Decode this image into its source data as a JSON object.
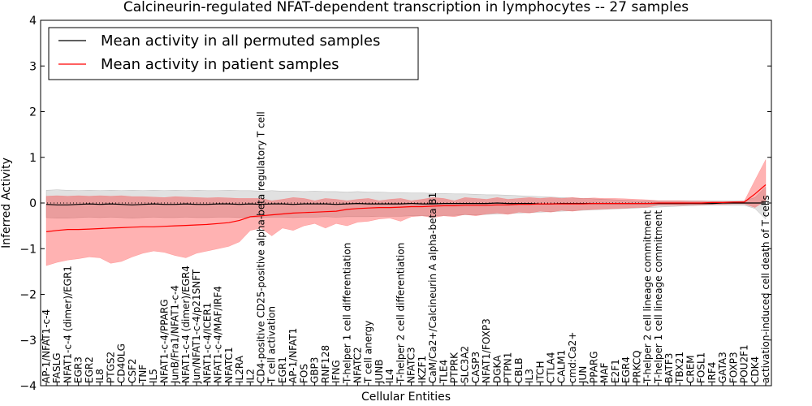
{
  "chart_data": {
    "type": "line",
    "title": "Calcineurin-regulated NFAT-dependent transcription in lymphocytes -- 27 samples",
    "xlabel": "Cellular Entities",
    "ylabel": "Inferred Activity",
    "ylim": [
      -4,
      4
    ],
    "yticks": [
      -4,
      -3,
      -2,
      -1,
      0,
      1,
      2,
      3,
      4
    ],
    "legend_position": "top-left",
    "categories": [
      "AP-1/NFAT1-c-4",
      "FASLG",
      "NFAT1-c-4 (dimer)/EGR1",
      "EGR3",
      "EGR2",
      "IL8",
      "PTGS2",
      "CD40LG",
      "CSF2",
      "TNF",
      "IL5",
      "NFAT1-c-4/PPARG",
      "JunB/Fra1/NFAT1-c-4",
      "NFAT1-c-4 (dimer)/EGR4",
      "Jun/NFAT1-c-4/p21SNFT",
      "NFAT1-c-4/ICER1",
      "NFAT1-c-4/MAF/IRF4",
      "NFATC1",
      "IL2RA",
      "IL2",
      "CD4-positive CD25-positive alpha-beta regulatory T cell",
      "T cell activation",
      "EGR1",
      "AP-1/NFAT1",
      "FOS",
      "GBP3",
      "RNF128",
      "IFNG",
      "T-helper 1 cell differentiation",
      "NFATC2",
      "T cell anergy",
      "JUNB",
      "IL4",
      "T-helper 2 cell differentiation",
      "NFATC3",
      "IKZF1",
      "CaM/Ca2+/Calcineurin A alpha-beta B1",
      "TLE4",
      "PTPRK",
      "SLC3A2",
      "CASP3",
      "NFAT1/FOXP3",
      "DGKA",
      "PTPN1",
      "CBLB",
      "IL3",
      "ITCH",
      "CTLA4",
      "CALM1",
      "cmd:Ca2+",
      "JUN",
      "PPARG",
      "MAF",
      "E2F1",
      "EGR4",
      "PRKCQ",
      "T-helper 2 cell lineage commitment",
      "T-helper 1 cell lineage commitment",
      "BATF3",
      "TBX21",
      "CREM",
      "FOSL1",
      "IRF4",
      "GATA3",
      "FOXP3",
      "POU2F1",
      "CDK4",
      "activation-induced cell death of T cells"
    ],
    "series": [
      {
        "name": "Mean activity in all permuted samples",
        "color": "#000000",
        "values": [
          -0.03,
          -0.04,
          -0.04,
          -0.03,
          -0.02,
          -0.03,
          -0.02,
          -0.03,
          -0.04,
          -0.03,
          -0.02,
          -0.03,
          -0.03,
          -0.02,
          -0.03,
          -0.03,
          -0.02,
          -0.02,
          -0.03,
          -0.02,
          -0.03,
          -0.02,
          -0.02,
          -0.03,
          -0.02,
          -0.02,
          -0.02,
          -0.03,
          -0.02,
          -0.01,
          -0.02,
          -0.02,
          -0.02,
          -0.02,
          -0.01,
          -0.02,
          -0.02,
          -0.01,
          -0.01,
          -0.01,
          -0.01,
          -0.01,
          0.0,
          -0.01,
          -0.01,
          -0.01,
          -0.02,
          -0.02,
          -0.01,
          -0.01,
          -0.01,
          -0.01,
          -0.01,
          -0.01,
          -0.01,
          -0.01,
          -0.01,
          -0.01,
          -0.01,
          -0.01,
          -0.01,
          -0.01,
          -0.01,
          0.0,
          0.0,
          0.0,
          0.0,
          0.0
        ],
        "band_lower": [
          -0.32,
          -0.33,
          -0.33,
          -0.32,
          -0.31,
          -0.32,
          -0.31,
          -0.32,
          -0.33,
          -0.32,
          -0.31,
          -0.32,
          -0.32,
          -0.31,
          -0.32,
          -0.32,
          -0.31,
          -0.31,
          -0.32,
          -0.31,
          -0.32,
          -0.31,
          -0.31,
          -0.32,
          -0.31,
          -0.31,
          -0.3,
          -0.31,
          -0.3,
          -0.3,
          -0.3,
          -0.29,
          -0.29,
          -0.29,
          -0.28,
          -0.28,
          -0.28,
          -0.27,
          -0.27,
          -0.26,
          -0.26,
          -0.25,
          -0.24,
          -0.23,
          -0.22,
          -0.21,
          -0.2,
          -0.19,
          -0.18,
          -0.17,
          -0.16,
          -0.15,
          -0.14,
          -0.13,
          -0.12,
          -0.11,
          -0.1,
          -0.09,
          -0.08,
          -0.07,
          -0.06,
          -0.05,
          -0.05,
          -0.05,
          -0.05,
          -0.05,
          -0.12,
          -0.35
        ],
        "band_upper": [
          0.28,
          0.29,
          0.28,
          0.27,
          0.28,
          0.27,
          0.28,
          0.27,
          0.28,
          0.27,
          0.28,
          0.27,
          0.28,
          0.27,
          0.28,
          0.27,
          0.27,
          0.28,
          0.27,
          0.27,
          0.26,
          0.27,
          0.26,
          0.26,
          0.25,
          0.26,
          0.25,
          0.25,
          0.24,
          0.25,
          0.24,
          0.24,
          0.23,
          0.23,
          0.22,
          0.22,
          0.21,
          0.21,
          0.2,
          0.2,
          0.19,
          0.18,
          0.18,
          0.17,
          0.16,
          0.15,
          0.14,
          0.13,
          0.12,
          0.11,
          0.1,
          0.09,
          0.08,
          0.07,
          0.06,
          0.05,
          0.05,
          0.05,
          0.05,
          0.05,
          0.05,
          0.05,
          0.05,
          0.05,
          0.05,
          0.05,
          0.12,
          0.35
        ]
      },
      {
        "name": "Mean activity in patient samples",
        "color": "#ff0000",
        "values": [
          -0.63,
          -0.6,
          -0.58,
          -0.58,
          -0.57,
          -0.56,
          -0.55,
          -0.54,
          -0.53,
          -0.52,
          -0.52,
          -0.51,
          -0.5,
          -0.49,
          -0.48,
          -0.47,
          -0.45,
          -0.43,
          -0.38,
          -0.3,
          -0.28,
          -0.26,
          -0.24,
          -0.22,
          -0.21,
          -0.2,
          -0.19,
          -0.18,
          -0.14,
          -0.12,
          -0.11,
          -0.1,
          -0.1,
          -0.09,
          -0.08,
          -0.08,
          -0.07,
          -0.06,
          -0.06,
          -0.05,
          -0.05,
          -0.05,
          -0.04,
          -0.04,
          -0.03,
          -0.03,
          -0.02,
          -0.02,
          -0.02,
          -0.02,
          -0.02,
          -0.01,
          -0.01,
          -0.01,
          -0.01,
          -0.01,
          -0.01,
          0.0,
          0.0,
          0.0,
          0.0,
          0.0,
          0.01,
          0.01,
          0.02,
          0.02,
          0.2,
          0.4
        ],
        "band_lower": [
          -1.37,
          -1.3,
          -1.25,
          -1.22,
          -1.18,
          -1.2,
          -1.32,
          -1.28,
          -1.18,
          -1.1,
          -1.05,
          -1.08,
          -1.15,
          -1.2,
          -1.1,
          -1.05,
          -1.0,
          -0.95,
          -0.85,
          -0.6,
          -0.55,
          -0.72,
          -0.55,
          -0.6,
          -0.5,
          -0.45,
          -0.55,
          -0.45,
          -0.5,
          -0.42,
          -0.4,
          -0.35,
          -0.33,
          -0.4,
          -0.3,
          -0.28,
          -0.32,
          -0.28,
          -0.3,
          -0.25,
          -0.28,
          -0.24,
          -0.22,
          -0.25,
          -0.2,
          -0.22,
          -0.18,
          -0.2,
          -0.16,
          -0.18,
          -0.15,
          -0.14,
          -0.13,
          -0.12,
          -0.11,
          -0.1,
          -0.09,
          -0.05,
          -0.05,
          -0.05,
          -0.04,
          -0.04,
          -0.03,
          -0.03,
          -0.02,
          -0.02,
          -0.1,
          0.05
        ],
        "band_upper": [
          0.15,
          0.16,
          0.15,
          0.16,
          0.15,
          0.16,
          0.15,
          0.16,
          0.14,
          0.14,
          0.13,
          0.12,
          0.14,
          0.13,
          0.12,
          0.11,
          0.12,
          0.11,
          0.1,
          0.1,
          0.1,
          0.05,
          0.08,
          0.12,
          0.1,
          0.05,
          0.1,
          0.08,
          0.05,
          0.08,
          0.1,
          0.05,
          0.08,
          0.1,
          0.05,
          0.08,
          0.12,
          0.1,
          0.05,
          0.12,
          0.1,
          0.08,
          0.12,
          0.08,
          0.1,
          0.12,
          0.1,
          0.12,
          0.1,
          0.12,
          0.1,
          0.11,
          0.1,
          0.1,
          0.09,
          0.08,
          0.07,
          0.05,
          0.05,
          0.05,
          0.04,
          0.04,
          0.03,
          0.03,
          0.03,
          0.04,
          0.5,
          0.95
        ]
      }
    ]
  }
}
